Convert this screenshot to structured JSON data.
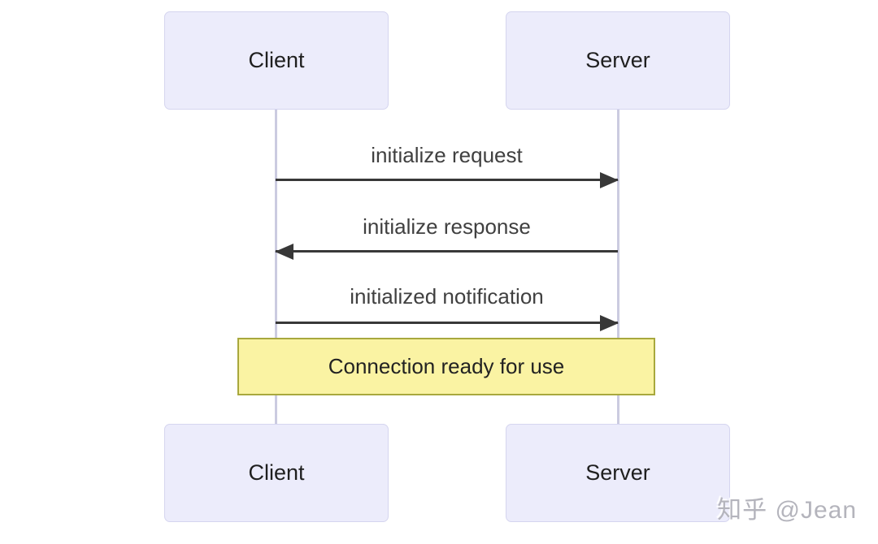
{
  "diagram": {
    "type": "sequence",
    "actors": [
      {
        "name": "Client"
      },
      {
        "name": "Server"
      }
    ],
    "messages": [
      {
        "label": "initialize request",
        "from": "Client",
        "to": "Server",
        "direction": "right"
      },
      {
        "label": "initialize response",
        "from": "Server",
        "to": "Client",
        "direction": "left"
      },
      {
        "label": "initialized notification",
        "from": "Client",
        "to": "Server",
        "direction": "right"
      }
    ],
    "note": {
      "label": "Connection ready for use",
      "span": "Client-Server"
    },
    "colors": {
      "actor_fill": "#ECECFB",
      "actor_border": "#D5D5EF",
      "lifeline": "#CBCBE0",
      "arrow": "#383838",
      "note_fill": "#FAF3A3",
      "note_border": "#A8A83D",
      "watermark": "#B4B4BC"
    }
  },
  "watermark": {
    "text": "知乎 @Jean"
  }
}
